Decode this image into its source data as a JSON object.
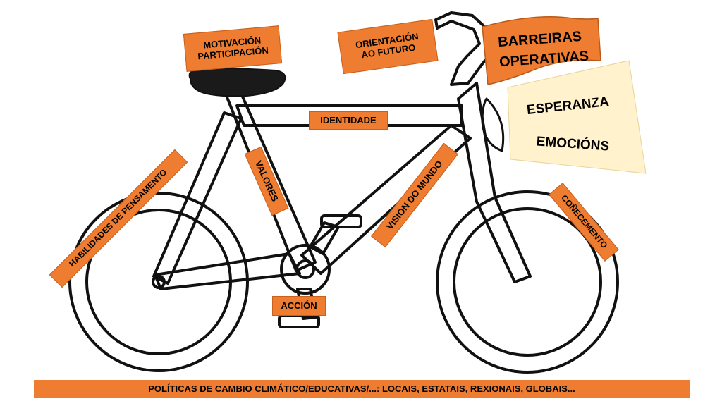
{
  "colors": {
    "label_orange": "#ee7d31",
    "flag_orange": "#ee7d31",
    "note_yellow": "#fff2cc",
    "frame_stroke": "#111111",
    "saddle": "#1a1a1a"
  },
  "labels": {
    "motivacion": "MOTIVACIÓN",
    "participacion": "PARTICIPACIÓN",
    "orientacion": "ORIENTACIÓN",
    "ao_futuro": "AO FUTURO",
    "barreiras": "BARREIRAS",
    "operativas": "OPERATIVAS",
    "esperanza": "ESPERANZA",
    "emocions": "EMOCIÓNS",
    "identidade": "IDENTIDADE",
    "valores": "VALORES",
    "habilidades": "HABILIDADES DE PENSAMENTO",
    "vision": "VISIÓN DO MUNDO",
    "conecemento": "COÑECEMENTO",
    "accion": "ACCIÓN",
    "politicas": "POLÍTICAS DE CAMBIO CLIMÁTICO/EDUCATIVAS/...: LOCAIS, ESTATAIS, REXIONAIS, GLOBAIS..."
  }
}
